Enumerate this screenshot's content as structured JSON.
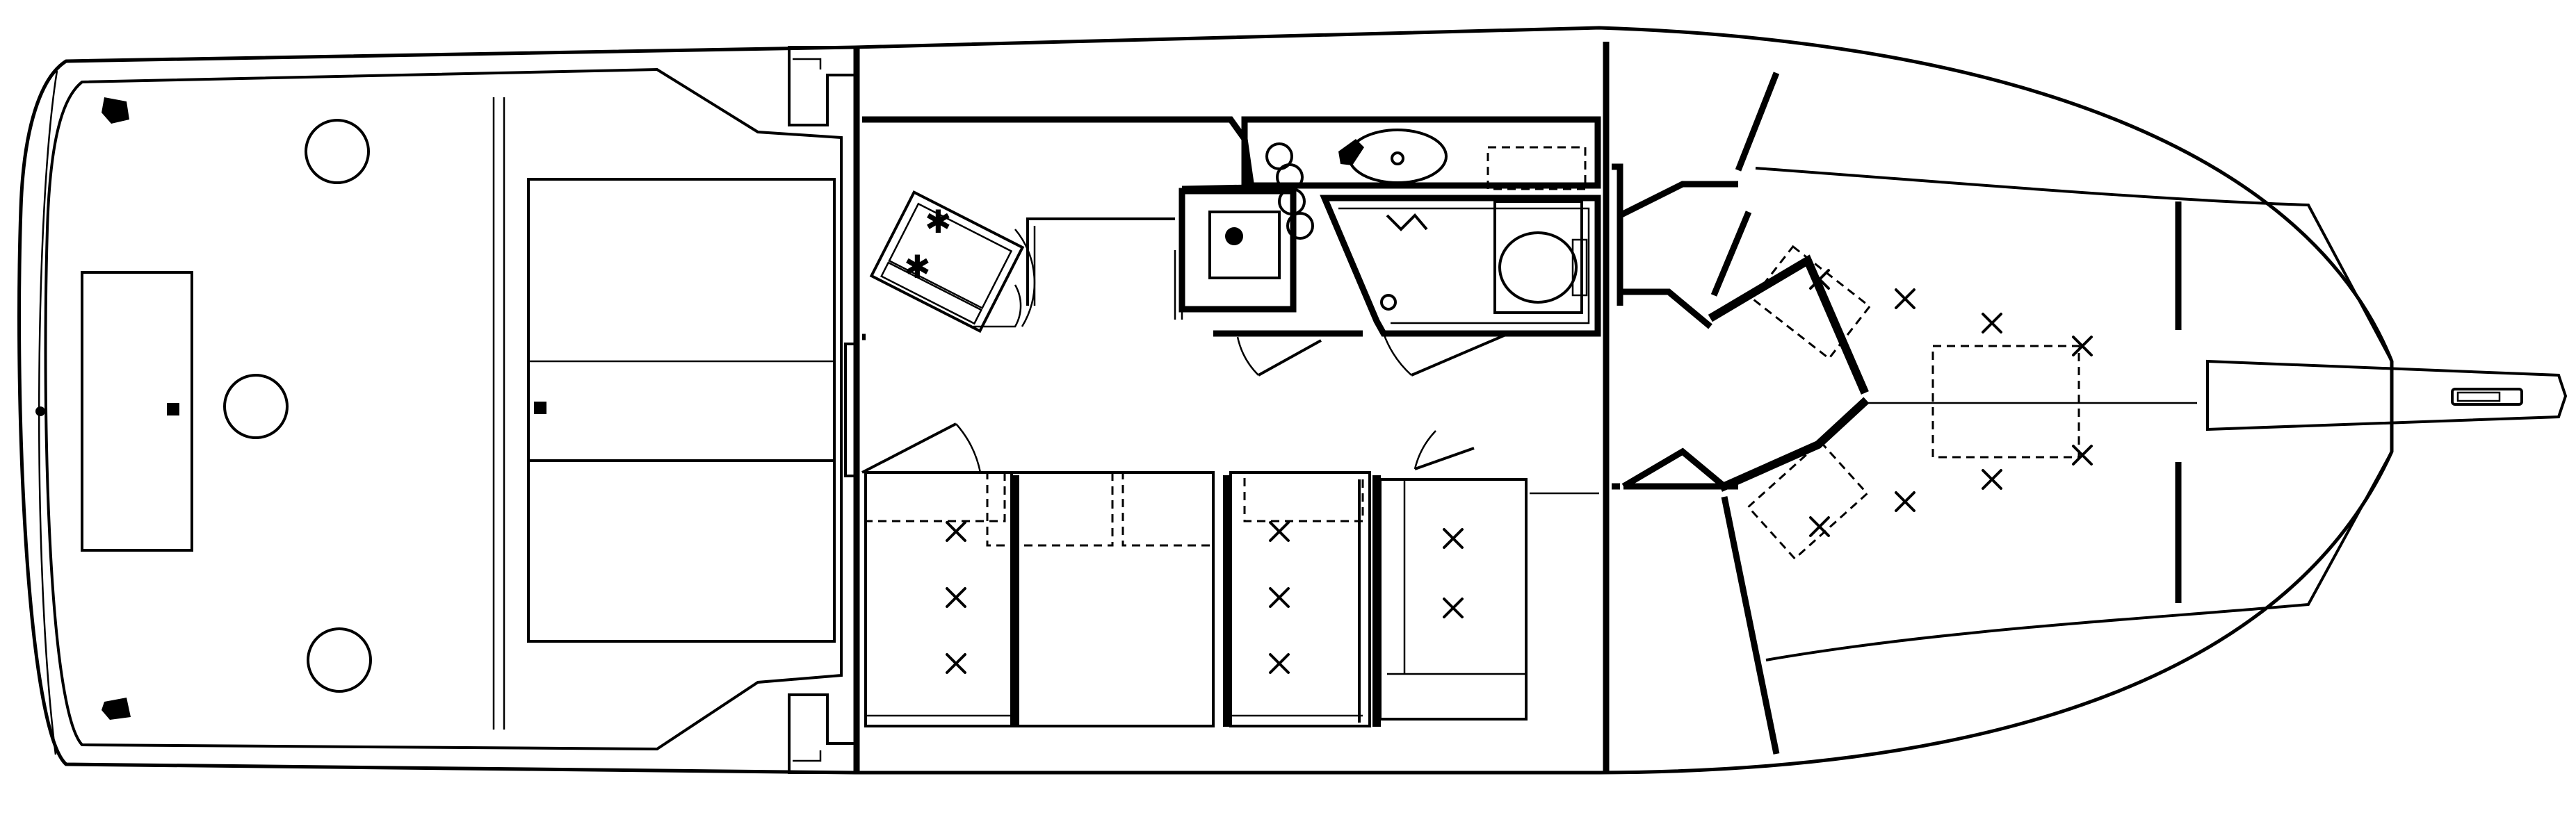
{
  "diagram": {
    "type": "boat-floor-plan",
    "orientation": "bow-right",
    "colors": {
      "line": "#000000",
      "background": "#ffffff"
    },
    "areas": [
      {
        "name": "cockpit"
      },
      {
        "name": "salon"
      },
      {
        "name": "galley"
      },
      {
        "name": "head"
      },
      {
        "name": "dinette"
      },
      {
        "name": "forward-stateroom"
      },
      {
        "name": "bow-pulpit"
      }
    ]
  }
}
